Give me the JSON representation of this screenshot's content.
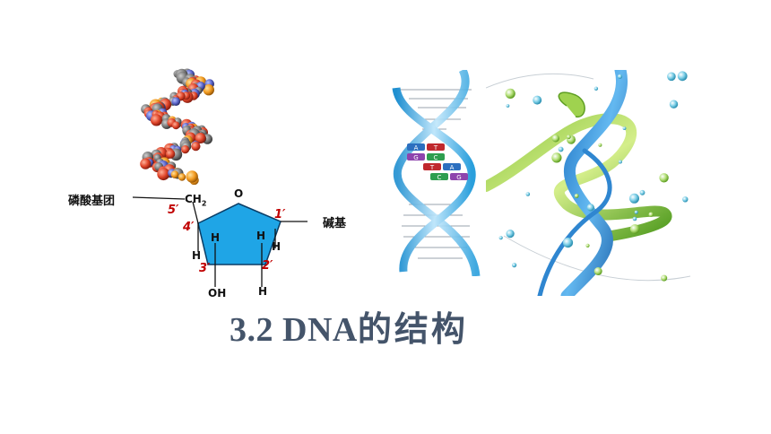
{
  "sugar_diagram": {
    "phosphate_label": "磷酸基团",
    "base_label": "碱基",
    "ch2": "CH",
    "ch2_sub": "2",
    "ring_oxygen": "O",
    "carbon_5": "5′",
    "carbon_4": "4′",
    "carbon_3": "3′",
    "carbon_2": "2′",
    "carbon_1": "1′",
    "h_left": "H",
    "h_c3": "H",
    "h_c2": "H",
    "h_c1": "H",
    "h_c2_down": "H",
    "oh": "OH",
    "ring_color": "#1fa5e6"
  },
  "ladder_diagram": {
    "pairs": [
      {
        "left": "A",
        "right": "T",
        "left_color": "#2c6fbf",
        "right_color": "#c0282d"
      },
      {
        "left": "G",
        "right": "C",
        "left_color": "#8e44ad",
        "right_color": "#2e9e4f"
      },
      {
        "left": "T",
        "right": "A",
        "left_color": "#c0282d",
        "right_color": "#2c6fbf"
      },
      {
        "left": "C",
        "right": "G",
        "left_color": "#2e9e4f",
        "right_color": "#8e44ad"
      }
    ]
  },
  "title": {
    "prefix": "3.2 DNA",
    "suffix": "的结构",
    "color": "#44546a"
  }
}
